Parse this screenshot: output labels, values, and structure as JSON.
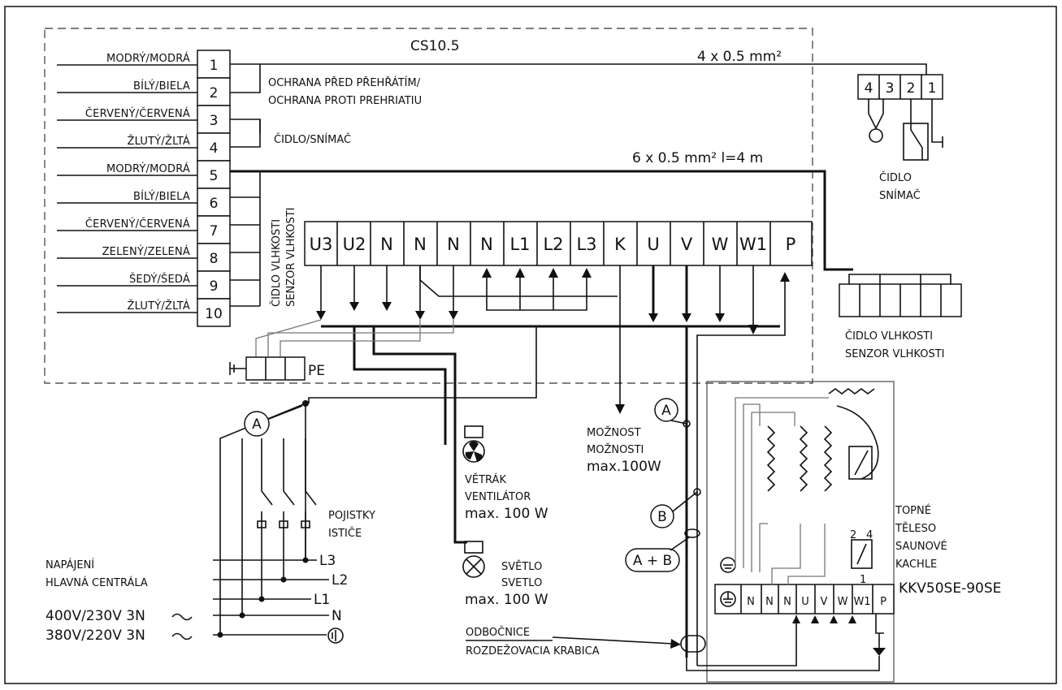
{
  "title": "CS10.5",
  "cable_top": "4 x 0.5 mm²",
  "cable_mid": "6 x 0.5 mm²  l=4 m",
  "wire_labels": [
    "MODRÝ/MODRÁ",
    "BÍLÝ/BIELA",
    "ČERVENÝ/ČERVENÁ",
    "ŽLUTÝ/ŽLTÁ",
    "MODRÝ/MODRÁ",
    "BÍLÝ/BIELA",
    "ČERVENÝ/ČERVENÁ",
    "ZELENÝ/ZELENÁ",
    "ŠEDÝ/ŠEDÁ",
    "ŽLUTÝ/ŽLTÁ"
  ],
  "connector_numbers": [
    "1",
    "2",
    "3",
    "4",
    "5",
    "6",
    "7",
    "8",
    "9",
    "10"
  ],
  "overheat_line1": "OCHRANA PŘED PŘEHŘÁTÍM/",
  "overheat_line2": "OCHRANA PROTI PREHRIATIU",
  "sensor_label": "ČIDLO/SNÍMAČ",
  "humidity_vertical_1": "ČIDLO VLHKOSTI",
  "humidity_vertical_2": "SENZOR VLHKOSTI",
  "terminals": [
    "U3",
    "U2",
    "N",
    "N",
    "N",
    "N",
    "L1",
    "L2",
    "L3",
    "K",
    "U",
    "V",
    "W",
    "W1",
    "P"
  ],
  "sensor_box_numbers": [
    "4",
    "3",
    "2",
    "1"
  ],
  "sensor_right_1": "ČIDLO",
  "sensor_right_2": "SNÍMAČ",
  "humidity_right_1": "ČIDLO VLHKOSTI",
  "humidity_right_2": "SENZOR VLHKOSTI",
  "pe_label": "PE",
  "marker_a": "A",
  "marker_b": "B",
  "marker_ab": "A + B",
  "option_1": "MOŽNOST",
  "option_2": "MOŽNOSTI",
  "option_3": "max.100W",
  "fan_1": "VĚTRÁK",
  "fan_2": "VENTILÁTOR",
  "fan_3": "max. 100 W",
  "light_1": "SVĚTLO",
  "light_2": "SVETLO",
  "light_3": "max. 100 W",
  "fuse_1": "POJISTKY",
  "fuse_2": "ISTIČE",
  "supply_1": "NAPÁJENÍ",
  "supply_2": "HLAVNÁ CENTRÁLA",
  "voltage_1": "400V/230V 3N",
  "voltage_2": "380V/220V 3N",
  "phase_labels": [
    "L3",
    "L2",
    "L1",
    "N"
  ],
  "junction_1": "ODBOČNICE",
  "junction_2": "ROZDEŽOVACIA KRABICA",
  "heater_1": "TOPNÉ",
  "heater_2": "TĚLESO",
  "heater_3": "SAUNOVÉ",
  "heater_4": "KACHLE",
  "model": "KKV50SE-90SE",
  "heater_terminals": [
    "N",
    "N",
    "N",
    "U",
    "V",
    "W",
    "W1",
    "P"
  ],
  "heater_switch_2": "2",
  "heater_switch_4": "4",
  "heater_switch_1": "1"
}
